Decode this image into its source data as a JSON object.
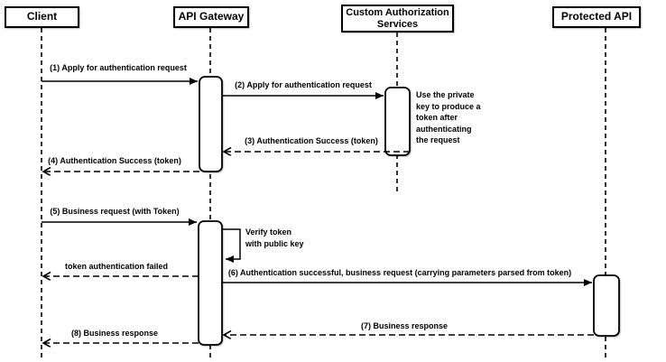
{
  "participants": [
    {
      "name": "Client"
    },
    {
      "name": "API Gateway"
    },
    {
      "name": "Custom Authorization\nServices"
    },
    {
      "name": "Protected API"
    }
  ],
  "messages": [
    {
      "label": "(1) Apply for authentication request",
      "from": "Client",
      "to": "API Gateway",
      "style": "solid"
    },
    {
      "label": "(2) Apply for authentication request",
      "from": "API Gateway",
      "to": "Custom Authorization Services",
      "style": "solid"
    },
    {
      "label": "(3) Authentication Success (token)",
      "from": "Custom Authorization Services",
      "to": "API Gateway",
      "style": "dashed"
    },
    {
      "label": "(4) Authentication Success (token)",
      "from": "API Gateway",
      "to": "Client",
      "style": "dashed"
    },
    {
      "label": "(5) Business request (with Token)",
      "from": "Client",
      "to": "API Gateway",
      "style": "solid"
    },
    {
      "label": "Verify token\nwith public key",
      "from": "API Gateway",
      "to": "API Gateway",
      "style": "self"
    },
    {
      "label": "token authentication failed",
      "from": "API Gateway",
      "to": "Client",
      "style": "dashed"
    },
    {
      "label": "(6) Authentication successful, business request (carrying parameters parsed from token)",
      "from": "API Gateway",
      "to": "Protected API",
      "style": "solid"
    },
    {
      "label": "(7) Business response",
      "from": "Protected API",
      "to": "API Gateway",
      "style": "dashed"
    },
    {
      "label": "(8) Business response",
      "from": "API Gateway",
      "to": "Client",
      "style": "dashed"
    }
  ],
  "note": {
    "text": "Use the private\nkey to produce a\ntoken after\nauthenticating\nthe request"
  },
  "colors": {
    "line": "#000000",
    "fill": "#ffffff"
  }
}
